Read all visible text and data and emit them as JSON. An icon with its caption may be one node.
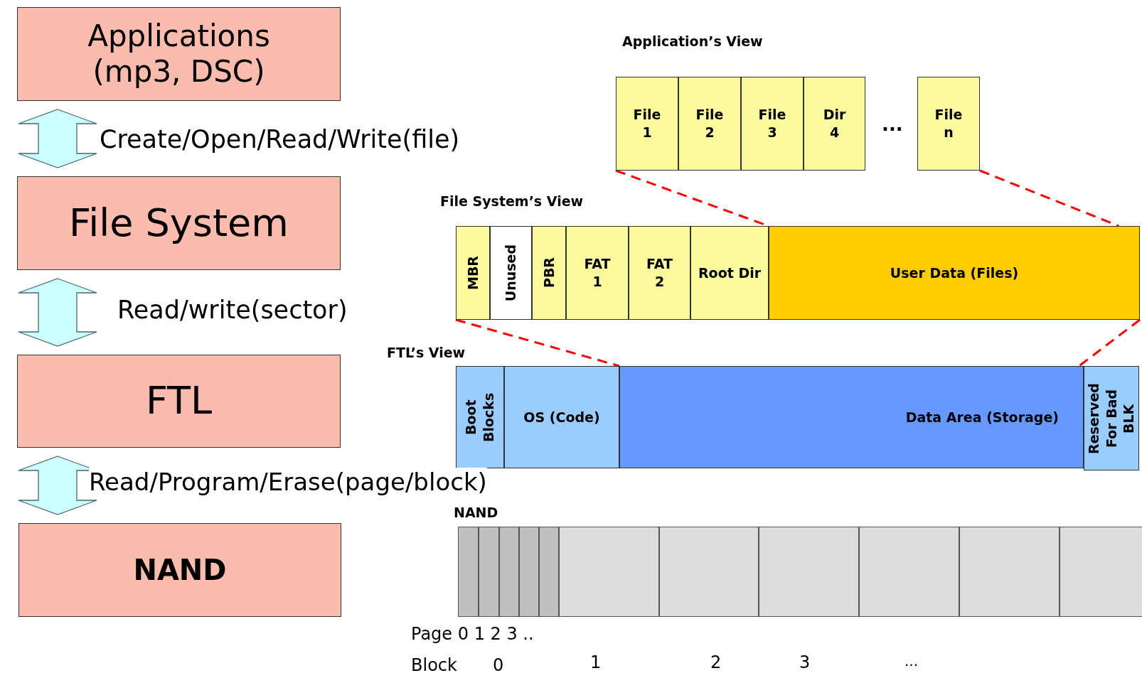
{
  "diagram": {
    "nodes": [
      {
        "text": [
          "Applications (mp3, DSC)"
        ]
      },
      {
        "text": [
          "File System"
        ]
      },
      {
        "text": [
          "FTL"
        ]
      },
      {
        "text": [
          "NAND"
        ]
      },
      {
        "text": [
          "File 1"
        ]
      },
      {
        "text": [
          "File 2"
        ]
      },
      {
        "text": [
          "File 3"
        ]
      },
      {
        "text": [
          "Dir 4"
        ]
      },
      {
        "text": [
          "File n"
        ]
      },
      {
        "text": [
          "MBR"
        ]
      },
      {
        "text": [
          "Unused"
        ]
      },
      {
        "text": [
          "PBR"
        ]
      },
      {
        "text": [
          "FAT 1"
        ]
      },
      {
        "text": [
          "FAT 2"
        ]
      },
      {
        "text": [
          "Root Dir"
        ]
      },
      {
        "text": [
          "User Data (Files)"
        ]
      },
      {
        "text": [
          "Boot Blocks"
        ]
      },
      {
        "text": [
          "OS (Code)"
        ]
      },
      {
        "text": [
          "Data Area (Storage)"
        ]
      },
      {
        "text": [
          "Reserved For Bad BLK"
        ]
      },
      {
        "text": [],
        "shape": "box"
      },
      {
        "text": [],
        "shape": "box"
      },
      {
        "text": [],
        "shape": "box"
      },
      {
        "text": [],
        "shape": "box"
      },
      {
        "text": [],
        "shape": "box"
      },
      {
        "text": [],
        "shape": "box"
      },
      {
        "text": [],
        "shape": "box"
      },
      {
        "text": [],
        "shape": "box"
      },
      {
        "text": [],
        "shape": "box"
      },
      {
        "text": [],
        "shape": "box"
      },
      {
        "text": [],
        "shape": "box"
      }
    ],
    "edges": [
      {
        "from": 0,
        "to": 1,
        "arrow": "both",
        "label": "Create/Open/Read/Write(file)",
        "style": "thick",
        "color": "#ccffff"
      },
      {
        "from": 1,
        "to": 2,
        "arrow": "both",
        "label": "Read/write(sector)",
        "style": "thick",
        "color": "#ccffff"
      },
      {
        "from": 2,
        "to": 3,
        "arrow": "both",
        "label": "Read/Program/Erase(page/block)",
        "style": "thick",
        "color": "#ccffff"
      },
      {
        "from": 4,
        "to": 15,
        "arrow": "none",
        "style": "dashed",
        "color": "#ff0000"
      },
      {
        "from": 8,
        "to": 15,
        "arrow": "none",
        "style": "dashed",
        "color": "#ff0000"
      },
      {
        "from": 9,
        "to": 18,
        "arrow": "none",
        "style": "dashed",
        "color": "#ff0000"
      },
      {
        "from": 15,
        "to": 18,
        "arrow": "none",
        "style": "dashed",
        "color": "#ff0000"
      }
    ],
    "labels": [
      "Application’s View",
      "...",
      "File System’s View",
      "FTL’s View",
      "NAND",
      "Page 0 1 2 3 ..",
      "Block",
      "0",
      "1",
      "2",
      "3",
      "..."
    ]
  }
}
